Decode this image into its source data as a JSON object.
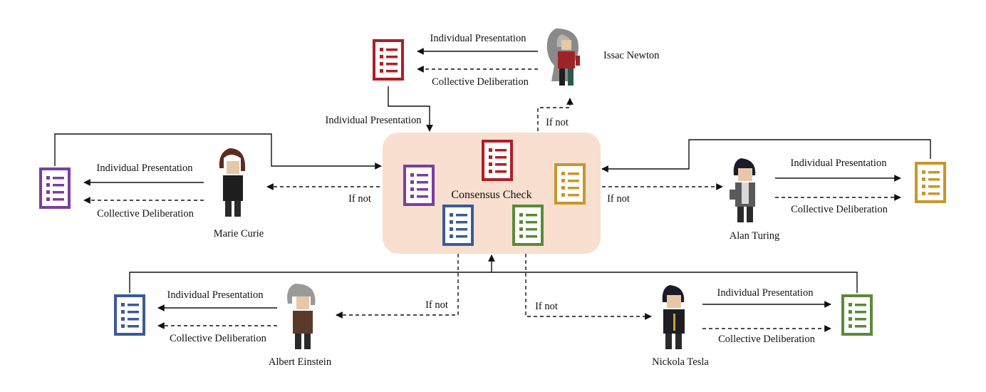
{
  "center": {
    "label": "Consensus Check"
  },
  "labels": {
    "individual": "Individual Presentation",
    "collective": "Collective Deliberation",
    "if_not": "If not"
  },
  "agents": {
    "newton": {
      "name": "Issac Newton",
      "color": "#b01e24"
    },
    "curie": {
      "name": "Marie Curie",
      "color": "#7b3f9e"
    },
    "turing": {
      "name": "Alan Turing",
      "color": "#c9962a"
    },
    "einstein": {
      "name": "Albert Einstein",
      "color": "#3a5a9a"
    },
    "tesla": {
      "name": "Nickola Tesla",
      "color": "#5a8a3a"
    }
  },
  "icons": {
    "document": "document-list-icon",
    "character": "pixel-character-icon"
  }
}
